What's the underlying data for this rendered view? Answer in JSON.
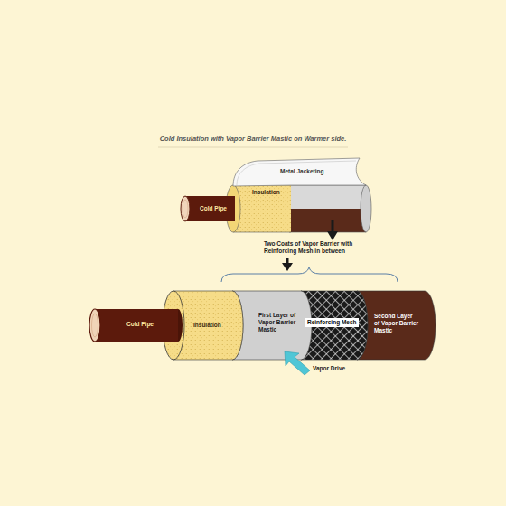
{
  "diagram": {
    "title": "Cold Insulation with Vapor Barrier Mastic on Warmer side.",
    "labels": [
      "Metal Jacketing",
      "Cold Pipe",
      "Insulation",
      "Two Coats of Vapor Barrier with Reinforcing Mesh in between",
      "Cold Pipe",
      "Insulation",
      "First Layer of Vapor Barrier Mastic",
      "Reinforcing Mesh",
      "Second Layer of Vapor Barrier Mastic",
      "Vapor Drive"
    ]
  }
}
